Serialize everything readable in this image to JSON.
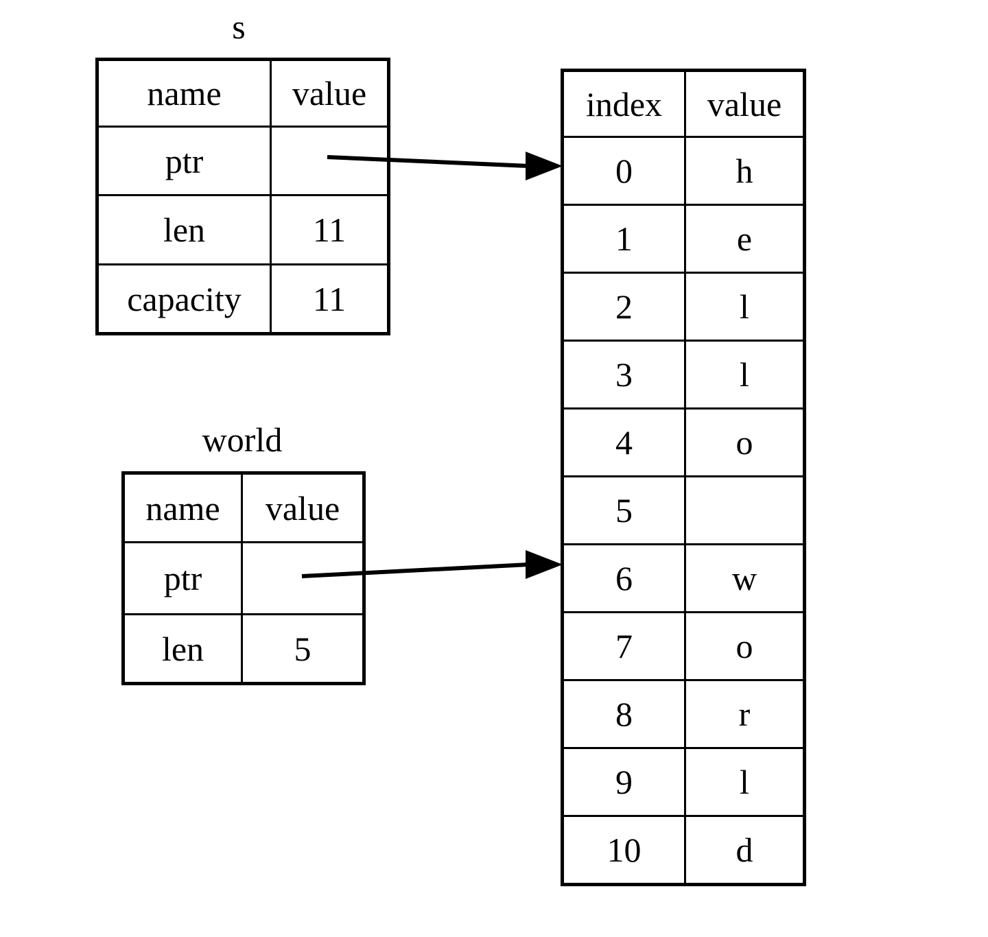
{
  "diagram": {
    "title_s": "s",
    "title_world": "world",
    "structs": [
      {
        "name": "s",
        "headers": [
          "name",
          "value"
        ],
        "rows": [
          {
            "name": "ptr",
            "value": ""
          },
          {
            "name": "len",
            "value": "11"
          },
          {
            "name": "capacity",
            "value": "11"
          }
        ]
      },
      {
        "name": "world",
        "headers": [
          "name",
          "value"
        ],
        "rows": [
          {
            "name": "ptr",
            "value": ""
          },
          {
            "name": "len",
            "value": "5"
          }
        ]
      }
    ],
    "buffer": {
      "headers": [
        "index",
        "value"
      ],
      "rows": [
        {
          "index": "0",
          "value": "h"
        },
        {
          "index": "1",
          "value": "e"
        },
        {
          "index": "2",
          "value": "l"
        },
        {
          "index": "3",
          "value": "l"
        },
        {
          "index": "4",
          "value": "o"
        },
        {
          "index": "5",
          "value": ""
        },
        {
          "index": "6",
          "value": "w"
        },
        {
          "index": "7",
          "value": "o"
        },
        {
          "index": "8",
          "value": "r"
        },
        {
          "index": "9",
          "value": "l"
        },
        {
          "index": "10",
          "value": "d"
        }
      ]
    },
    "arrows": [
      {
        "from": "s.ptr",
        "to": "buffer.index.0"
      },
      {
        "from": "world.ptr",
        "to": "buffer.index.6"
      }
    ],
    "colors": {
      "stroke": "#000000",
      "background": "#ffffff"
    }
  }
}
